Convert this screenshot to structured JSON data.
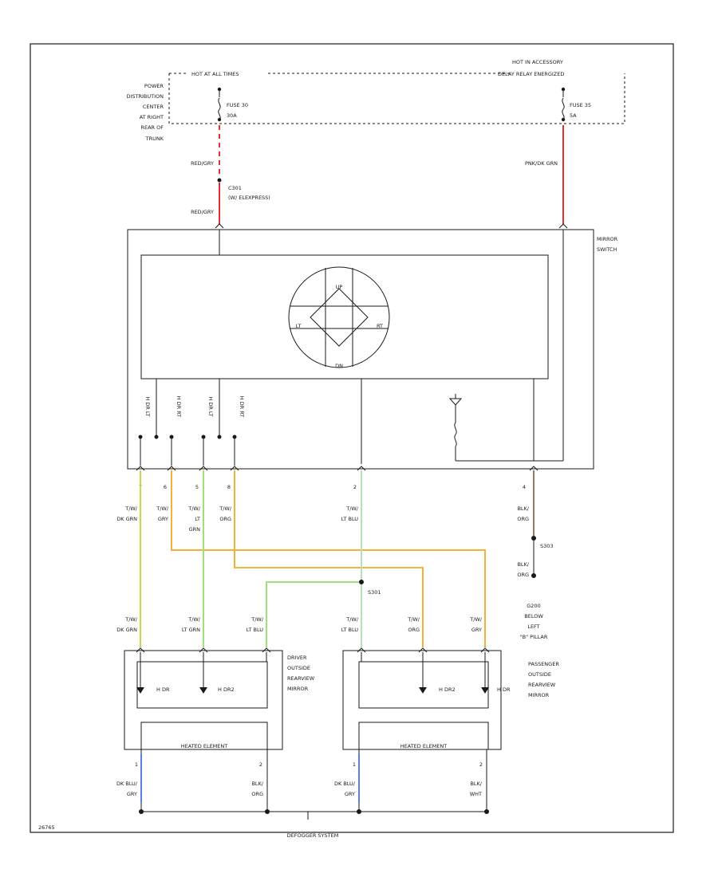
{
  "fuse_box": {
    "hot_left": "HOT AT ALL TIMES",
    "hot_right_1": "HOT IN ACCESSORY",
    "hot_right_2": "DELAY RELAY ENERGIZED",
    "location": [
      "POWER",
      "DISTRIBUTION",
      "CENTER",
      "AT RIGHT",
      "REAR OF",
      "TRUNK"
    ],
    "fuse_left_1": "FUSE 30",
    "fuse_left_2": "30A",
    "fuse_right_1": "FUSE 35",
    "fuse_right_2": "5A"
  },
  "wires": {
    "red_gry_1": "RED/GRY",
    "red_gry_2": "RED/GRY",
    "pnk_dk_grn": "PNK/DK GRN",
    "splice_c301_name": "C301",
    "splice_c301_desc": "(W/ ELEXPRESS)",
    "t7_1": "T/W/",
    "t7_2": "DK GRN",
    "t6_1": "T/W/",
    "t6_2": "GRY",
    "t5_1": "T/W/",
    "t5_2": "LT",
    "t5_3": "GRN",
    "t8_1": "T/W/",
    "t8_2": "ORG",
    "t2_1": "T/W/",
    "t2_2": "LT BLU",
    "blk_org_1a": "BLK/",
    "blk_org_1b": "ORG",
    "blk_org_2a": "BLK/",
    "blk_org_2b": "ORG",
    "s303": "S303",
    "s301": "S301",
    "ground_1": "G200",
    "ground_2": "BELOW",
    "ground_3": "LEFT",
    "ground_4": "\"B\" PILLAR",
    "d_dkgrn_1": "T/W/",
    "d_dkgrn_2": "DK GRN",
    "d_ltgrn_1": "T/W/",
    "d_ltgrn_2": "LT GRN",
    "d_ltblu_1": "T/W/",
    "d_ltblu_2": "LT BLU",
    "p_ltblu_1": "T/W/",
    "p_ltblu_2": "LT BLU",
    "p_org_1": "T/W/",
    "p_org_2": "ORG",
    "p_gry_1": "T/W/",
    "p_gry_2": "GRY",
    "d_dkblu_1": "DK BLU/",
    "d_dkblu_2": "GRY",
    "d_blk_1": "BLK/",
    "d_blk_2": "ORG",
    "p_dkblu_1": "DK BLU/",
    "p_dkblu_2": "GRY",
    "p_blk_1": "BLK/",
    "p_blk_2": "WHT"
  },
  "switch": {
    "label_1": "MIRROR",
    "label_2": "SWITCH",
    "up": "UP",
    "dn": "DN",
    "lt": "LT",
    "rt": "RT",
    "sw_1": "H DR LT",
    "sw_2": "H DR RT",
    "sw_3": "H DR LT",
    "sw_4": "H DR RT",
    "pin_7": "7",
    "pin_6a": "6",
    "pin_5": "5",
    "pin_8": "8",
    "pin_2": "2",
    "pin_4": "4"
  },
  "driver_mirror": {
    "label": [
      "DRIVER",
      "OUTSIDE",
      "REARVIEW",
      "MIRROR"
    ],
    "motor_1": "H DR",
    "motor_2": "H DR2",
    "heater": "HEATED ELEMENT",
    "pin_1": "1",
    "pin_2": "2"
  },
  "passenger_mirror": {
    "label": [
      "PASSENGER",
      "OUTSIDE",
      "REARVIEW",
      "MIRROR"
    ],
    "motor_1": "H DR2",
    "motor_2": "H DR",
    "heater": "HEATED ELEMENT",
    "pin_1": "1",
    "pin_2": "2"
  },
  "footer": {
    "system": "DEFOGGER SYSTEM",
    "code": "26765"
  },
  "colors": {
    "red": "#e03030",
    "green_yellow": "#c8d84a",
    "light_green": "#9ee07a",
    "orange": "#f0b238",
    "light_blue": "#b8e0b8",
    "blue": "#5a7ee8",
    "brown": "#9a7a5a"
  }
}
